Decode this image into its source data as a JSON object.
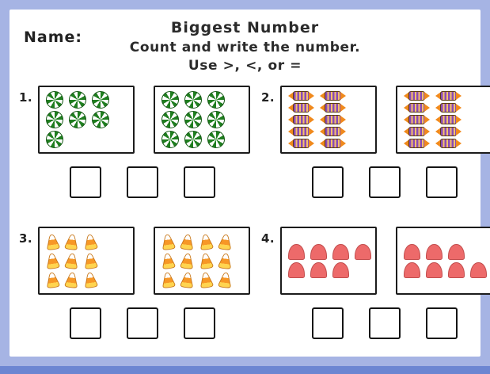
{
  "page": {
    "name_label": "Name:",
    "title": "Biggest Number",
    "subtitle": "Count and write the number.",
    "instruction": "Use >, <, or ="
  },
  "problems": [
    {
      "label": "1.",
      "candy": "peppermint",
      "candy_icon": "peppermint-candy-icon",
      "left_box": {
        "count": 7,
        "rows": [
          3,
          3,
          1
        ]
      },
      "right_box": {
        "count": 9,
        "rows": [
          3,
          3,
          3
        ]
      },
      "answer_boxes": 3
    },
    {
      "label": "2.",
      "candy": "wrapped",
      "candy_icon": "wrapped-candy-icon",
      "left_box": {
        "count": 10,
        "rows": [
          2,
          2,
          2,
          2,
          2
        ]
      },
      "right_box": {
        "count": 10,
        "rows": [
          2,
          2,
          2,
          2,
          2
        ]
      },
      "answer_boxes": 3
    },
    {
      "label": "3.",
      "candy": "candycorn",
      "candy_icon": "candy-corn-icon",
      "left_box": {
        "count": 9,
        "rows": [
          3,
          3,
          3
        ]
      },
      "right_box": {
        "count": 12,
        "rows": [
          4,
          4,
          4
        ]
      },
      "answer_boxes": 3
    },
    {
      "label": "4.",
      "candy": "gumdrop",
      "candy_icon": "gumdrop-icon",
      "left_box": {
        "count": 7,
        "rows": [
          4,
          3
        ]
      },
      "right_box": {
        "count": 7,
        "rows": [
          3,
          4
        ]
      },
      "answer_boxes": 3
    }
  ],
  "colors": {
    "frame": "#a6b4e4",
    "frame_bottom": "#6c86d2",
    "peppermint_green": "#1f7e1f",
    "wrapper_orange": "#f08a1d",
    "stripe_purple": "#8a4bb5",
    "stripe_gold": "#f6c26a",
    "corn_orange": "#f79726",
    "corn_yellow": "#ffd44f",
    "gumdrop_red": "#ed6a6a"
  }
}
